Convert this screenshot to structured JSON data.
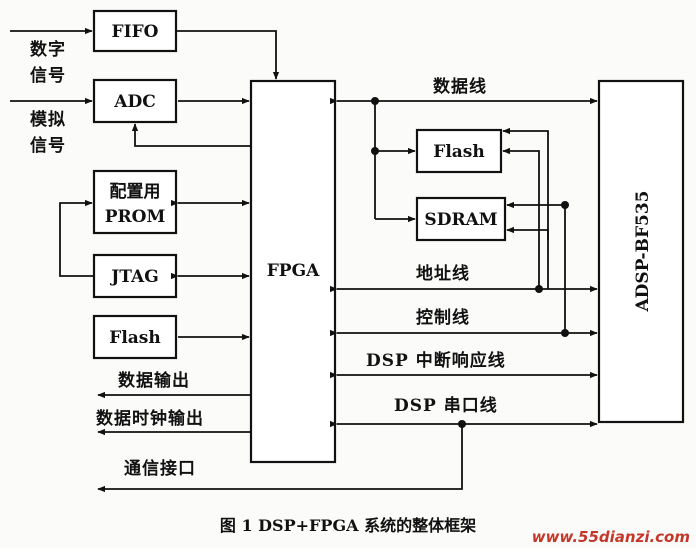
{
  "blocks": {
    "fifo": "FIFO",
    "adc": "ADC",
    "prom_line1": "配置用",
    "prom_line2": "PROM",
    "jtag": "JTAG",
    "flash_left": "Flash",
    "fpga": "FPGA",
    "flash_mid": "Flash",
    "sdram": "SDRAM",
    "dsp": "ADSP-BF535"
  },
  "inputs": {
    "digital_line1": "数字",
    "digital_line2": "信号",
    "analog_line1": "模拟",
    "analog_line2": "信号"
  },
  "outputs": {
    "data_out": "数据输出",
    "clock_out": "数据时钟输出",
    "comm": "通信接口"
  },
  "buses": {
    "data": "数据线",
    "address": "地址线",
    "control": "控制线",
    "interrupt": "DSP 中断响应线",
    "serial": "DSP 串口线"
  },
  "caption": "图 1 DSP+FPGA 系统的整体框架",
  "watermark": "www.55dianzi.com",
  "colors": {
    "ink": "#111111",
    "watermark": "#c0392b"
  }
}
